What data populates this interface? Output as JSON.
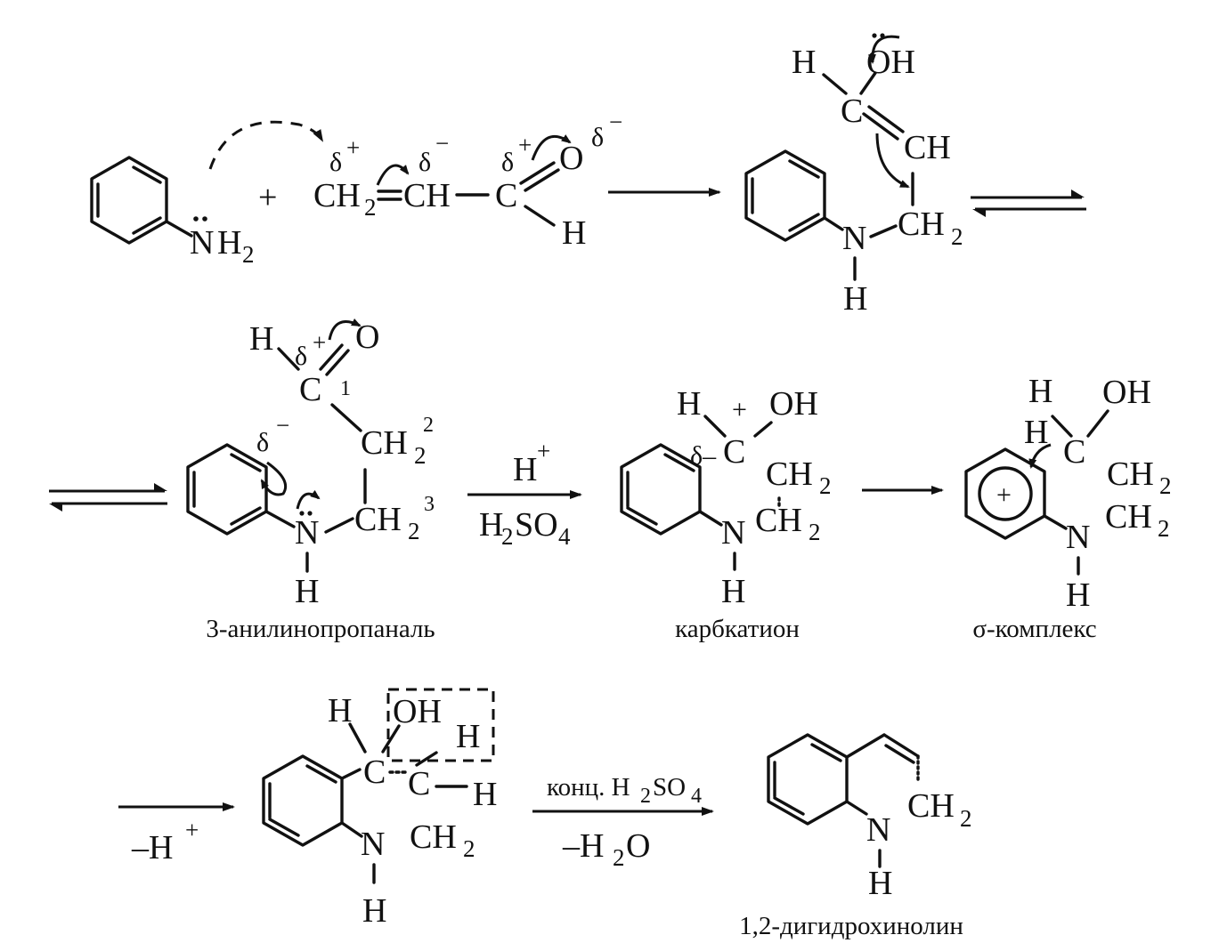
{
  "colors": {
    "ink": "#111111",
    "background": "#ffffff"
  },
  "labels": {
    "amine_N": "N",
    "amine_H": "H",
    "amine_2": "2",
    "plus": "+",
    "acr_CH": "CH",
    "acr_2": "2",
    "acr_CH_mid": "CH",
    "acr_C": "C",
    "acr_O": "O",
    "acr_H": "H",
    "delta_plus": "δ",
    "delta_minus": "δ",
    "sup_plus": "+",
    "sup_minus": "−",
    "en_H": "H",
    "en_OH": "OH",
    "en_C": "C",
    "en_CH": "CH",
    "en_CH2": "CH",
    "en_2": "2",
    "en_N": "N",
    "en_NH": "H",
    "ald_H": "H",
    "ald_O": "O",
    "ald_C": "C",
    "ald_1": "1",
    "ald_CH2a": "CH",
    "ald_2a": "2",
    "ald_num2": "2",
    "ald_CH2b": "CH",
    "ald_2b": "2",
    "ald_num3": "3",
    "ald_N": "N",
    "ald_NH": "H",
    "reagent_H": "H",
    "reagent_H2SO4": "H",
    "reagent_2": "2",
    "reagent_SO": "SO",
    "reagent_4": "4",
    "cat_H": "H",
    "cat_OH": "OH",
    "cat_C": "C",
    "cat_CH2a": "CH",
    "cat_CH2b": "CH",
    "cat_2": "2",
    "cat_N": "N",
    "cat_NH": "H",
    "cat_delta": "δ–",
    "sig_H1": "H",
    "sig_H2": "H",
    "sig_OH": "OH",
    "sig_C": "C",
    "sig_CH2a": "CH",
    "sig_CH2b": "CH",
    "sig_2": "2",
    "sig_N": "N",
    "sig_NH": "H",
    "sig_plus": "+",
    "minusH": "–H",
    "minusH_plus": "+",
    "alc_H1": "H",
    "alc_OH": "OH",
    "alc_H2": "H",
    "alc_C1": "C",
    "alc_C2": "C",
    "alc_H3": "H",
    "alc_CH2": "CH",
    "alc_2": "2",
    "alc_N": "N",
    "alc_NH": "H",
    "conc": "конц. H",
    "conc_2": "2",
    "conc_SO": "SO",
    "conc_4": "4",
    "minusH2O_a": "–H",
    "minusH2O_2": "2",
    "minusH2O_b": "O",
    "dq_CH2": "CH",
    "dq_2": "2",
    "dq_N": "N",
    "dq_NH": "H"
  },
  "captions": {
    "anilinopropanal": "3-анилинопропаналь",
    "carbocation": "карбкатион",
    "sigma_complex": "σ-комплекс",
    "dihydroquinoline": "1,2-дигидрохинолин"
  }
}
